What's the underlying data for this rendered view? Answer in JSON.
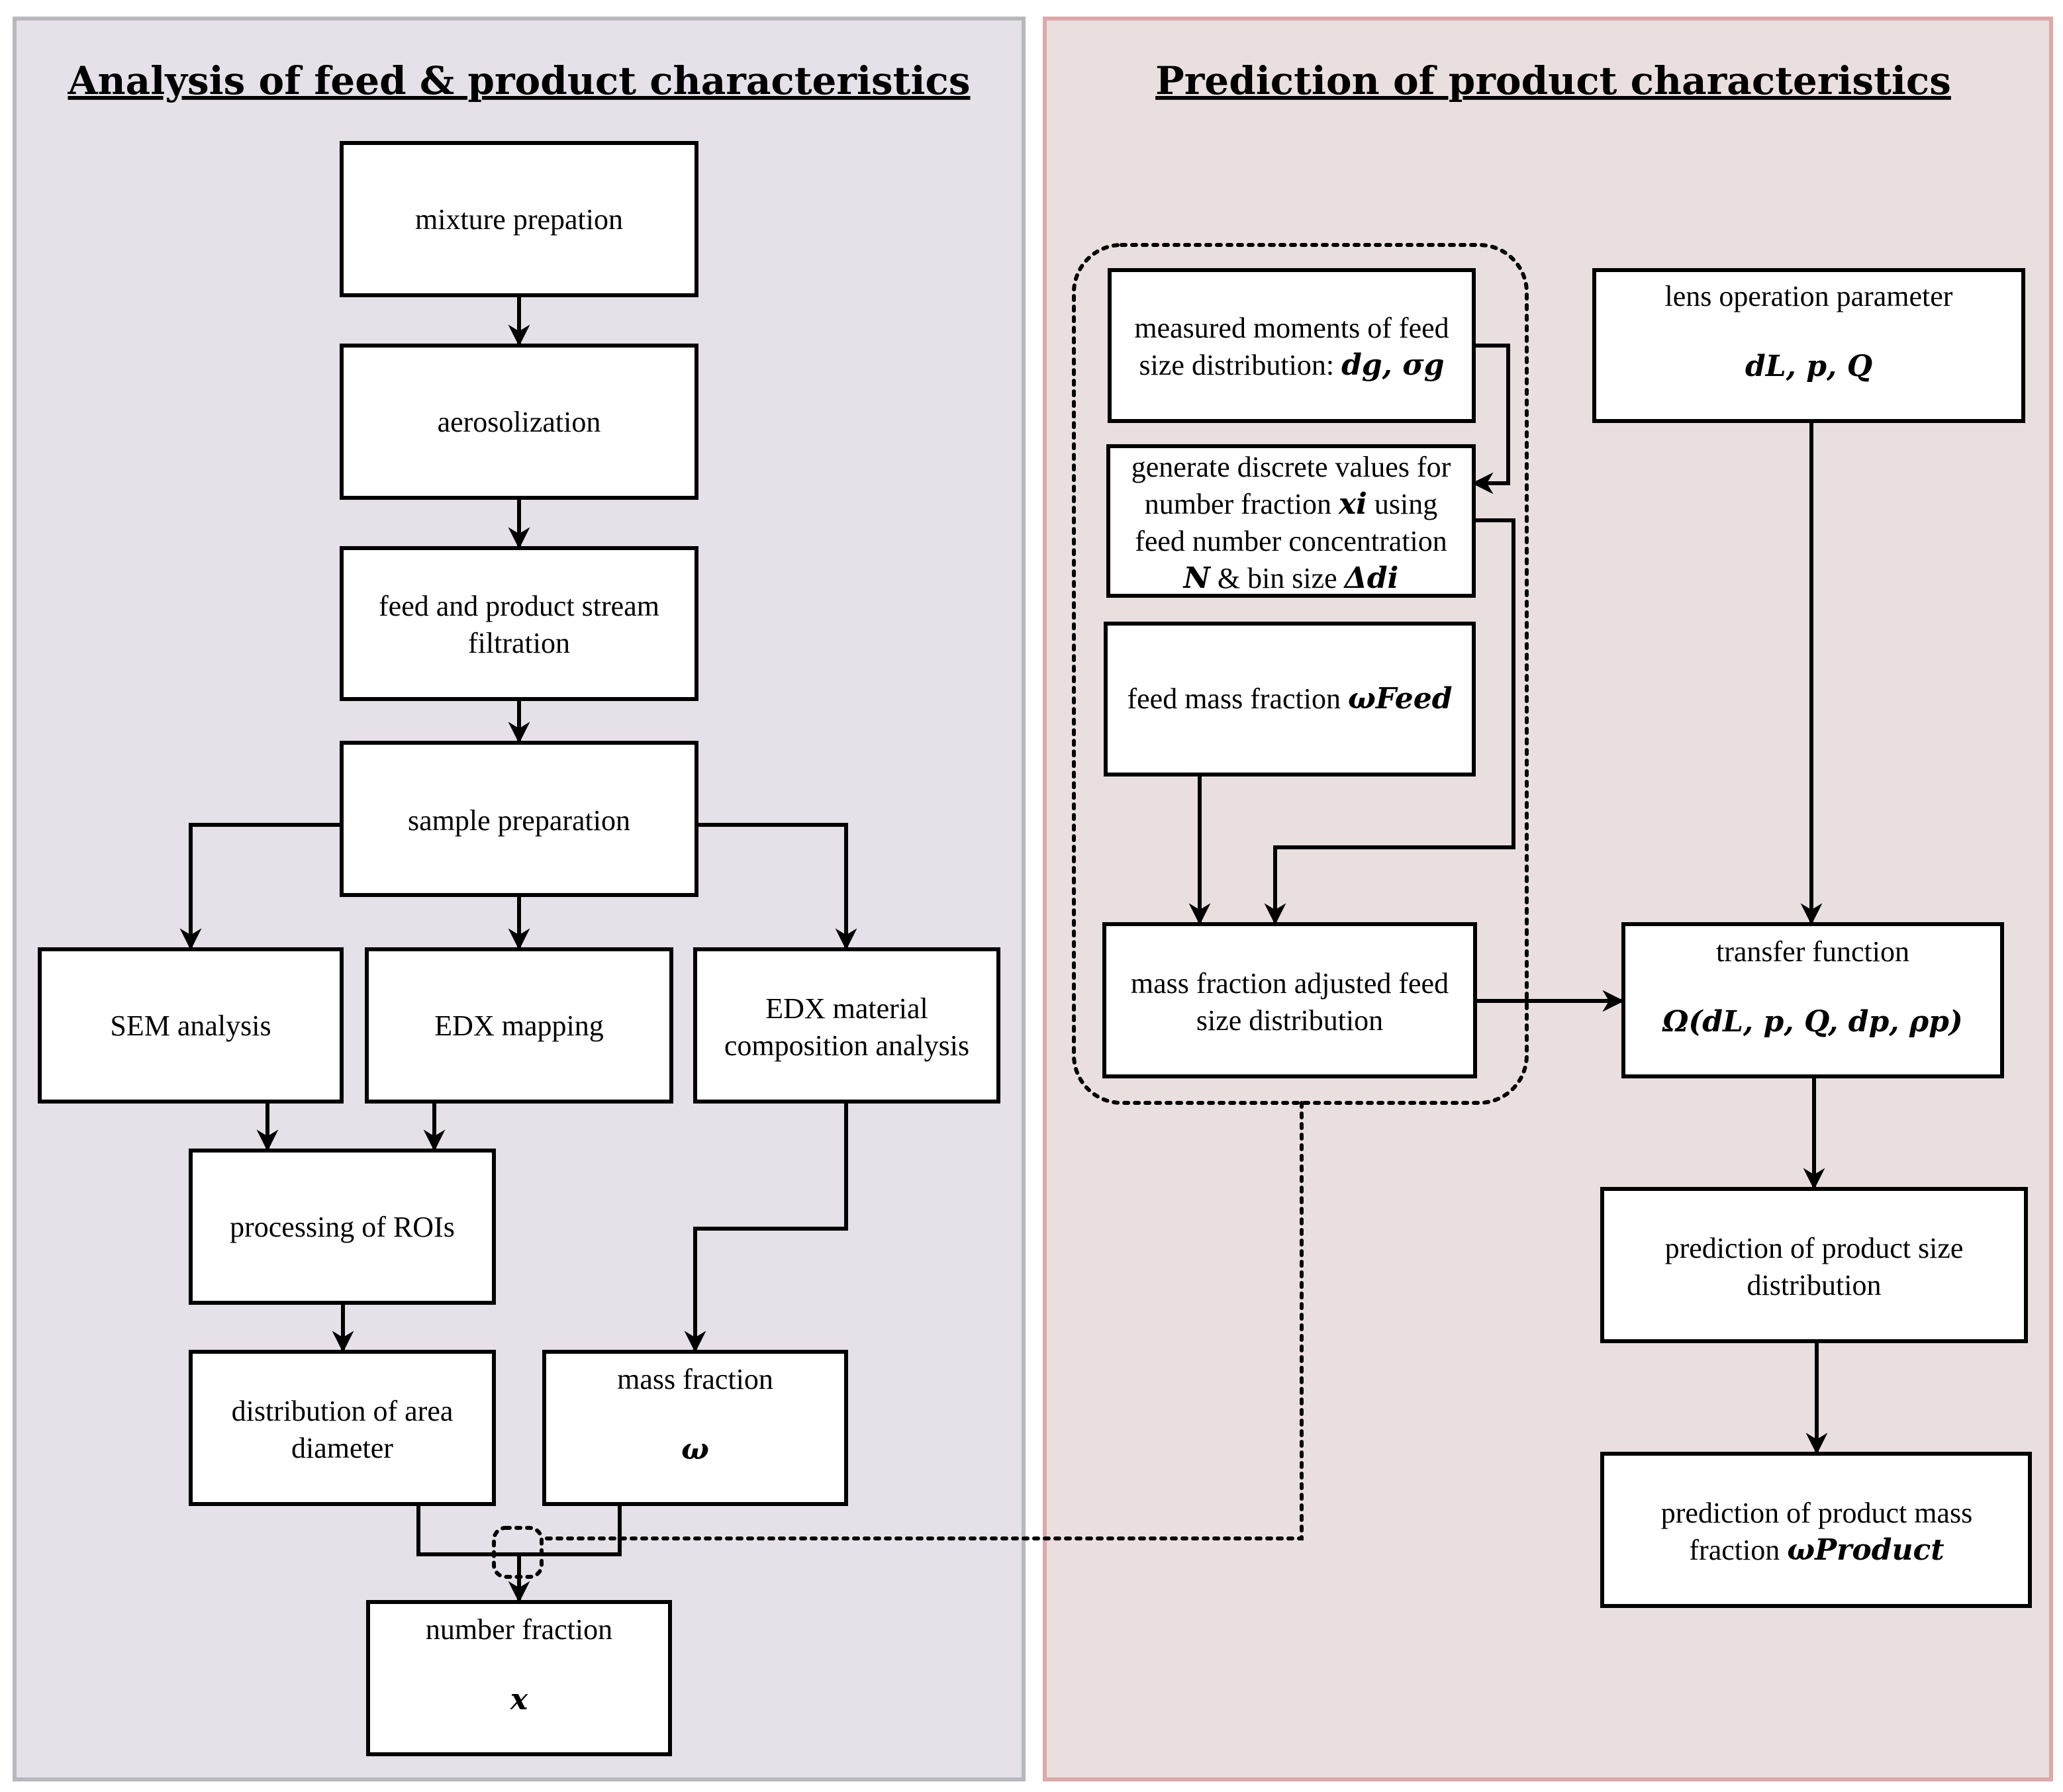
{
  "colors": {
    "left_panel_fill": "#e6e0e8",
    "left_panel_border": "#b8b8bc",
    "right_panel_fill": "#eadfdf",
    "right_panel_border": "#dda9aa"
  },
  "left_panel": {
    "title": "Analysis of feed & product characteristics",
    "boxes": {
      "mixture": "mixture prepation",
      "aerosolization": "aerosolization",
      "filtration_line1": "feed and product stream",
      "filtration_line2": "filtration",
      "sample_prep": "sample preparation",
      "sem": "SEM analysis",
      "edx_mapping": "EDX mapping",
      "edx_material_line1": "EDX material",
      "edx_material_line2": "composition analysis",
      "rois": "processing of ROIs",
      "area_diameter_line1": "distribution of area",
      "area_diameter_line2": "diameter",
      "mass_fraction_label": "mass fraction",
      "mass_fraction_symbol": "ω",
      "number_fraction_label": "number fraction",
      "number_fraction_symbol": "x"
    }
  },
  "right_panel": {
    "title": "Prediction of product characteristics",
    "boxes": {
      "moments_line1": "measured moments of feed",
      "moments_line2_text": "size distribution: ",
      "moments_line2_math": "dg, σg",
      "discrete_line1": "generate discrete values for",
      "discrete_line2_text": "number fraction ",
      "discrete_line2_math": "xi",
      "discrete_line2_text_b": " using",
      "discrete_line3": "feed number concentration",
      "discrete_line4_math_a": "N",
      "discrete_line4_text": " & bin size ",
      "discrete_line4_math_b": "Δdi",
      "feed_mass_text": "feed mass fraction ",
      "feed_mass_math": "ωFeed",
      "adjusted_line1": "mass fraction adjusted feed",
      "adjusted_line2": "size distribution",
      "lens_line1": "lens operation parameter",
      "lens_math": "dL, p, Q",
      "transfer_line1": "transfer function",
      "transfer_math": "Ω(dL, p, Q, dp, ρp)",
      "pred_size_line1": "prediction of product size",
      "pred_size_line2": "distribution",
      "pred_mass_line1": "prediction of product mass",
      "pred_mass_line2_text": "fraction  ",
      "pred_mass_line2_math": "ωProduct"
    }
  }
}
